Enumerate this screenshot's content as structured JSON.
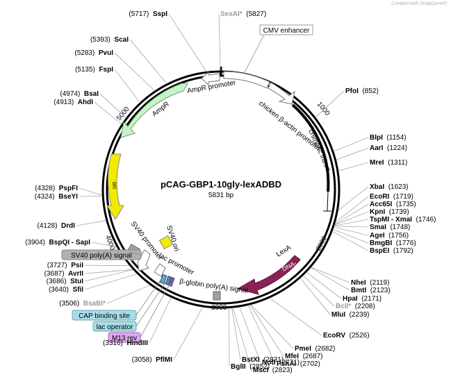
{
  "watermark": "Created with SnapGene®",
  "plasmid": {
    "name": "pCAG-GBP1-10gly-lexADBD",
    "length": "5831 bp",
    "total_bp": 5831
  },
  "sites": [
    {
      "name": "SspI",
      "pos": "(5717)",
      "bp": 5717,
      "greyed": false
    },
    {
      "name": "SexAI*",
      "pos": "(5827)",
      "bp": 5827,
      "greyed": true
    },
    {
      "name": "ScaI",
      "pos": "(5393)",
      "bp": 5393,
      "greyed": false
    },
    {
      "name": "PvuI",
      "pos": "(5283)",
      "bp": 5283,
      "greyed": false
    },
    {
      "name": "FspI",
      "pos": "(5135)",
      "bp": 5135,
      "greyed": false
    },
    {
      "name": "BsaI",
      "pos": "(4974)",
      "bp": 4974,
      "greyed": false
    },
    {
      "name": "AhdI",
      "pos": "(4913)",
      "bp": 4913,
      "greyed": false
    },
    {
      "name": "PfoI",
      "pos": "(852)",
      "bp": 852,
      "greyed": false
    },
    {
      "name": "BlpI",
      "pos": "(1154)",
      "bp": 1154,
      "greyed": false
    },
    {
      "name": "AarI",
      "pos": "(1224)",
      "bp": 1224,
      "greyed": false
    },
    {
      "name": "MreI",
      "pos": "(1311)",
      "bp": 1311,
      "greyed": false
    },
    {
      "name": "XbaI",
      "pos": "(1623)",
      "bp": 1623,
      "greyed": false
    },
    {
      "name": "EcoRI",
      "pos": "(1719)",
      "bp": 1719,
      "greyed": false
    },
    {
      "name": "Acc65I",
      "pos": "(1735)",
      "bp": 1735,
      "greyed": false
    },
    {
      "name": "KpnI",
      "pos": "(1739)",
      "bp": 1739,
      "greyed": false
    },
    {
      "name": "TspMI - XmaI",
      "pos": "(1746)",
      "bp": 1746,
      "greyed": false
    },
    {
      "name": "SmaI",
      "pos": "(1748)",
      "bp": 1748,
      "greyed": false
    },
    {
      "name": "AgeI",
      "pos": "(1756)",
      "bp": 1756,
      "greyed": false
    },
    {
      "name": "BmgBI",
      "pos": "(1776)",
      "bp": 1776,
      "greyed": false
    },
    {
      "name": "BspEI",
      "pos": "(1792)",
      "bp": 1792,
      "greyed": false
    },
    {
      "name": "NheI",
      "pos": "(2119)",
      "bp": 2119,
      "greyed": false
    },
    {
      "name": "BmtI",
      "pos": "(2123)",
      "bp": 2123,
      "greyed": false
    },
    {
      "name": "HpaI",
      "pos": "(2171)",
      "bp": 2171,
      "greyed": false
    },
    {
      "name": "BclI*",
      "pos": "(2208)",
      "bp": 2208,
      "greyed": true
    },
    {
      "name": "MluI",
      "pos": "(2239)",
      "bp": 2239,
      "greyed": false
    },
    {
      "name": "EcoRV",
      "pos": "(2526)",
      "bp": 2526,
      "greyed": false
    },
    {
      "name": "PmeI",
      "pos": "(2682)",
      "bp": 2682,
      "greyed": false
    },
    {
      "name": "MfeI",
      "pos": "(2687)",
      "bp": 2687,
      "greyed": false
    },
    {
      "name": "PshAI",
      "pos": "(2702)",
      "bp": 2702,
      "greyed": false
    },
    {
      "name": "NotI",
      "pos": "(2771)",
      "bp": 2771,
      "greyed": false
    },
    {
      "name": "MscI",
      "pos": "(2823)",
      "bp": 2823,
      "greyed": false
    },
    {
      "name": "BstXI",
      "pos": "(2831)",
      "bp": 2831,
      "greyed": false
    },
    {
      "name": "BglII",
      "pos": "(2852)",
      "bp": 2852,
      "greyed": false
    },
    {
      "name": "PflMI",
      "pos": "(3058)",
      "bp": 3058,
      "greyed": false
    },
    {
      "name": "HindIII",
      "pos": "(3316)",
      "bp": 3316,
      "greyed": false
    },
    {
      "name": "BsaBI*",
      "pos": "(3506)",
      "bp": 3506,
      "greyed": true
    },
    {
      "name": "SfiI",
      "pos": "(3640)",
      "bp": 3640,
      "greyed": false
    },
    {
      "name": "StuI",
      "pos": "(3686)",
      "bp": 3686,
      "greyed": false
    },
    {
      "name": "AvrII",
      "pos": "(3687)",
      "bp": 3687,
      "greyed": false
    },
    {
      "name": "PsiI",
      "pos": "(3727)",
      "bp": 3727,
      "greyed": false
    },
    {
      "name": "BspQI - SapI",
      "pos": "(3904)",
      "bp": 3904,
      "greyed": false
    },
    {
      "name": "DrdI",
      "pos": "(4128)",
      "bp": 4128,
      "greyed": false
    },
    {
      "name": "PspFI",
      "pos": "(4328)",
      "bp": 4328,
      "greyed": false
    },
    {
      "name": "BseYI",
      "pos": "(4324)",
      "bp": 4324,
      "greyed": false
    }
  ],
  "features": [
    {
      "name": "CMV enhancer",
      "boxed": true,
      "color": "#ffffff"
    },
    {
      "name": "chicken β-actin promoter",
      "color": "#ffffff"
    },
    {
      "name": "chimeric intron",
      "color": "#000000"
    },
    {
      "name": "LexA",
      "color": "#8b2257"
    },
    {
      "name": "DNA-...",
      "color": "#8b2257"
    },
    {
      "name": "β-globin poly(A) signal",
      "color": "#a0a0a0"
    },
    {
      "name": "lac promoter",
      "color": "#ffffff"
    },
    {
      "name": "SV40 ori",
      "color": "#f2ea00"
    },
    {
      "name": "SV40 promoter",
      "color": "#ffffff"
    },
    {
      "name": "ori",
      "color": "#f2ea00"
    },
    {
      "name": "AmpR",
      "color": "#c5f5c6"
    },
    {
      "name": "AmpR promoter",
      "color": "#ffffff"
    },
    {
      "name": "SV40 poly(A) signal",
      "boxed": true,
      "color": "#a0a0a0"
    },
    {
      "name": "CAP binding site",
      "boxed": true,
      "color": "#a8dcea"
    },
    {
      "name": "lac operator",
      "boxed": true,
      "color": "#a8dcea"
    },
    {
      "name": "M13 rev",
      "boxed": true,
      "color": "#dca8f0"
    }
  ],
  "ticks": [
    "1000",
    "2000",
    "3000",
    "4000",
    "5000"
  ]
}
